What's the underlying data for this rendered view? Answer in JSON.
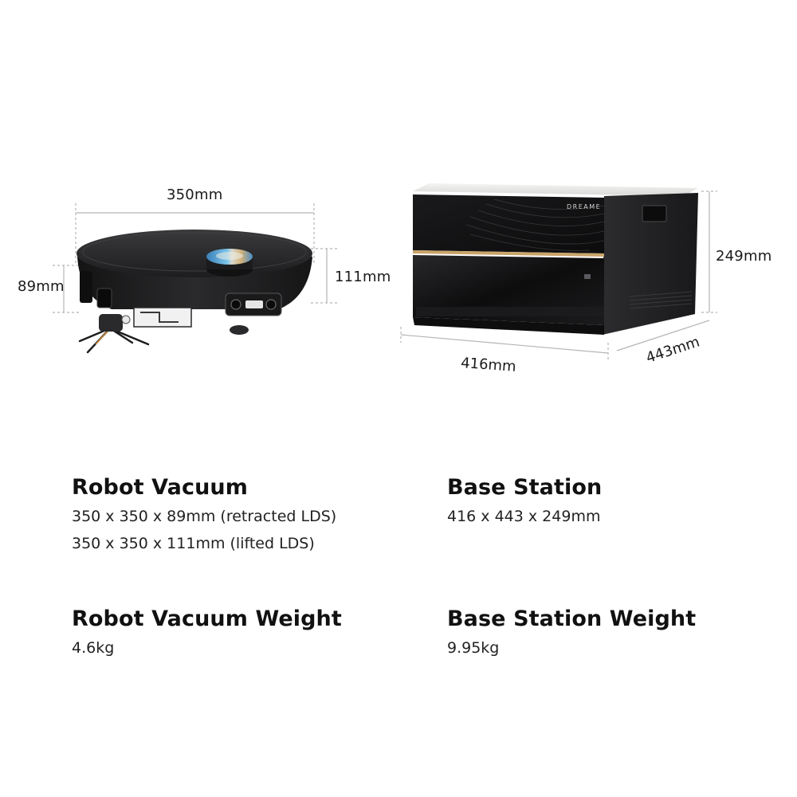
{
  "dimensions": {
    "robot_width": "350mm",
    "robot_height_retracted": "89mm",
    "robot_height_lifted": "111mm",
    "station_height": "249mm",
    "station_width": "416mm",
    "station_depth": "443mm"
  },
  "product_markings": {
    "station_brand": "DREAME"
  },
  "specs": {
    "robot_vacuum": {
      "title": "Robot Vacuum",
      "lines": [
        "350 x 350 x 89mm (retracted LDS)",
        "350 x 350 x 111mm (lifted LDS)"
      ]
    },
    "base_station": {
      "title": "Base Station",
      "lines": [
        "416 x 443 x 249mm"
      ]
    },
    "robot_vacuum_weight": {
      "title": "Robot Vacuum Weight",
      "lines": [
        "4.6kg"
      ]
    },
    "base_station_weight": {
      "title": "Base Station Weight",
      "lines": [
        "9.95kg"
      ]
    }
  },
  "colors": {
    "text": "#1a1a1a",
    "device_body": "#1c1c1e",
    "dimension_line": "#b5b5b5",
    "accent_gold": "#c9a46a",
    "lidar_blue": "#4aa3d8"
  }
}
